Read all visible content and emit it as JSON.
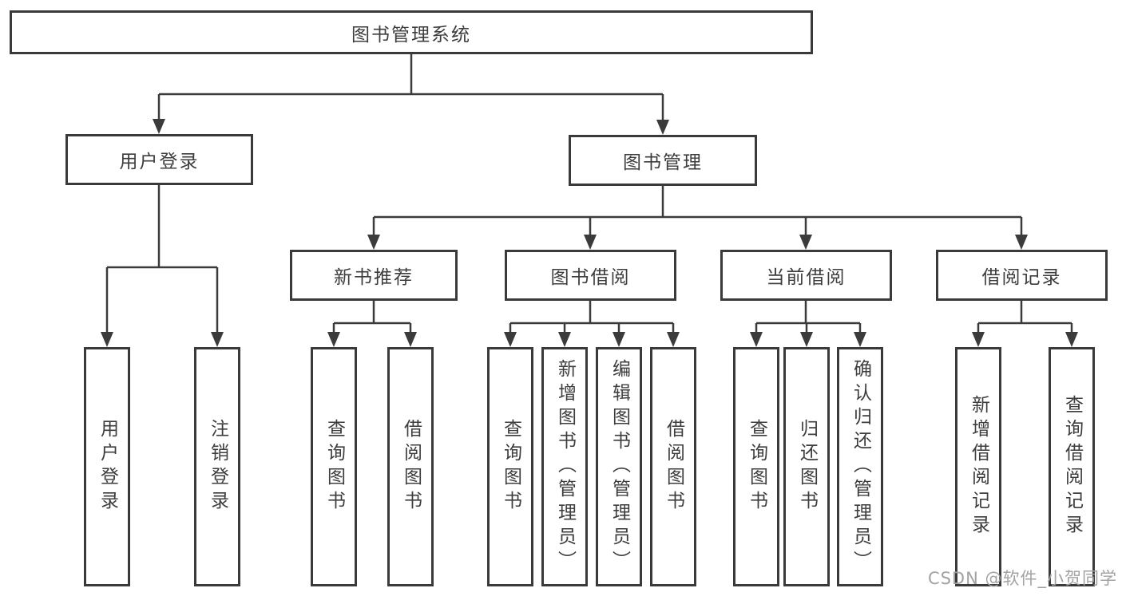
{
  "diagram": {
    "root": {
      "label": "图书管理系统"
    },
    "branches": [
      {
        "label": "用户登录",
        "children": [
          {
            "label": "用户登录"
          },
          {
            "label": "注销登录"
          }
        ]
      },
      {
        "label": "图书管理",
        "children": [
          {
            "label": "新书推荐",
            "children": [
              {
                "label": "查询图书"
              },
              {
                "label": "借阅图书"
              }
            ]
          },
          {
            "label": "图书借阅",
            "children": [
              {
                "label": "查询图书"
              },
              {
                "label": "新增图书（管理员）"
              },
              {
                "label": "编辑图书（管理员）"
              },
              {
                "label": "借阅图书"
              }
            ]
          },
          {
            "label": "当前借阅",
            "children": [
              {
                "label": "查询图书"
              },
              {
                "label": "归还图书"
              },
              {
                "label": "确认归还（管理员）"
              }
            ]
          },
          {
            "label": "借阅记录",
            "children": [
              {
                "label": "新增借阅记录"
              },
              {
                "label": "查询借阅记录"
              }
            ]
          }
        ]
      }
    ]
  },
  "watermark": {
    "text": "CSDN @软件_小贺同学"
  },
  "colors": {
    "line": "#3b3b3b",
    "border": "#3a3a3a",
    "text": "#3d3d3d",
    "watermark": "#a2a2a2",
    "background": "#ffffff"
  }
}
